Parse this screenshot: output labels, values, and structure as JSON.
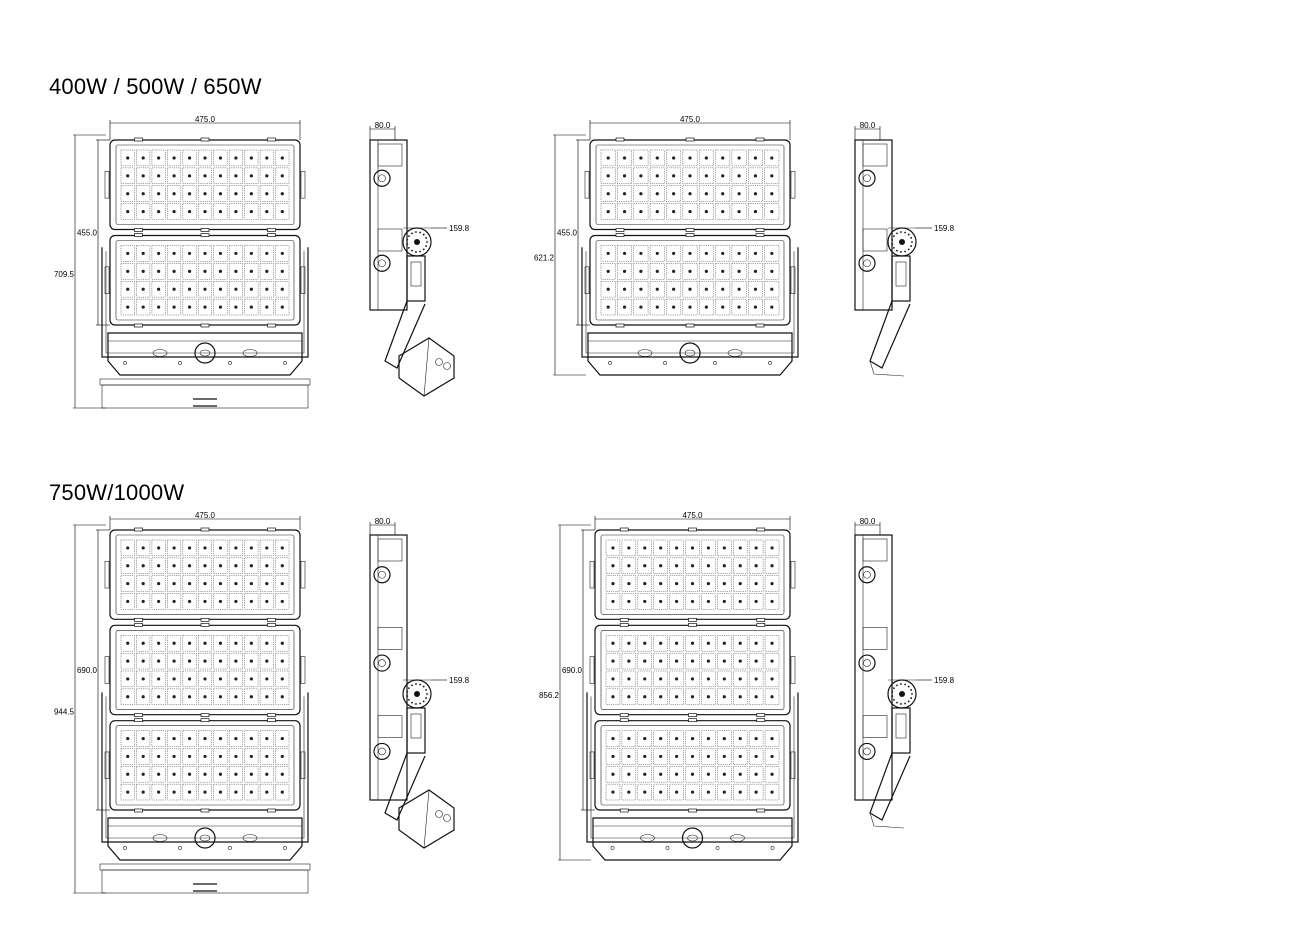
{
  "sections": [
    {
      "heading": "400W / 500W / 650W",
      "views": [
        {
          "kind": "front",
          "width_label": "475.0",
          "panel_label": "455.0",
          "total_label": "709.5",
          "panels": 2,
          "bracket": "angled"
        },
        {
          "kind": "side",
          "depth_label": "80.0",
          "offset_label": "159.8",
          "panels": 2,
          "box": true
        },
        {
          "kind": "front",
          "width_label": "475.0",
          "panel_label": "455.0",
          "total_label": "621.2",
          "panels": 2,
          "bracket": "straight"
        },
        {
          "kind": "side",
          "depth_label": "80.0",
          "offset_label": "159.8",
          "panels": 2,
          "box": false
        }
      ]
    },
    {
      "heading": "750W/1000W",
      "views": [
        {
          "kind": "front",
          "width_label": "475.0",
          "panel_label": "690.0",
          "total_label": "944.5",
          "panels": 3,
          "bracket": "angled"
        },
        {
          "kind": "side",
          "depth_label": "80.0",
          "offset_label": "159.8",
          "panels": 3,
          "box": true
        },
        {
          "kind": "front",
          "width_label": "475.0",
          "panel_label": "690.0",
          "total_label": "856.2",
          "panels": 3,
          "bracket": "straight"
        },
        {
          "kind": "side",
          "depth_label": "80.0",
          "offset_label": "159.8",
          "panels": 3,
          "box": false
        }
      ]
    }
  ]
}
